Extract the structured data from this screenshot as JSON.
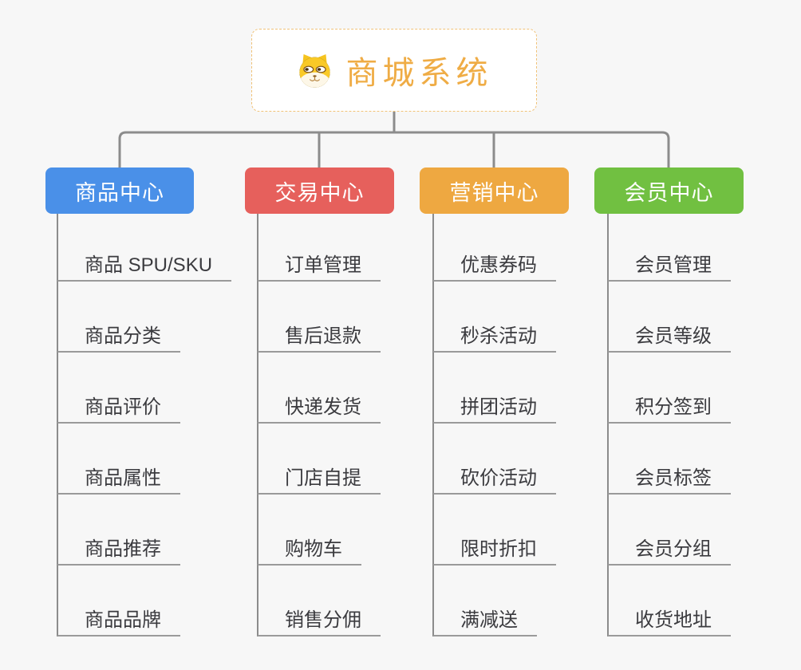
{
  "root": {
    "title": "商城系统",
    "icon": "dog-face-icon",
    "border_color": "#f0c278",
    "title_color": "#efac45"
  },
  "branches": [
    {
      "label": "商品中心",
      "color": "#4a90e8",
      "items": [
        "商品 SPU/SKU",
        "商品分类",
        "商品评价",
        "商品属性",
        "商品推荐",
        "商品品牌"
      ]
    },
    {
      "label": "交易中心",
      "color": "#e6605c",
      "items": [
        "订单管理",
        "售后退款",
        "快递发货",
        "门店自提",
        "购物车",
        "销售分佣"
      ]
    },
    {
      "label": "营销中心",
      "color": "#eea841",
      "items": [
        "优惠券码",
        "秒杀活动",
        "拼团活动",
        "砍价活动",
        "限时折扣",
        "满减送"
      ]
    },
    {
      "label": "会员中心",
      "color": "#71c041",
      "items": [
        "会员管理",
        "会员等级",
        "积分签到",
        "会员标签",
        "会员分组",
        "收货地址"
      ]
    }
  ],
  "connector_color": "#8c8c8c",
  "background_color": "#f7f7f7"
}
